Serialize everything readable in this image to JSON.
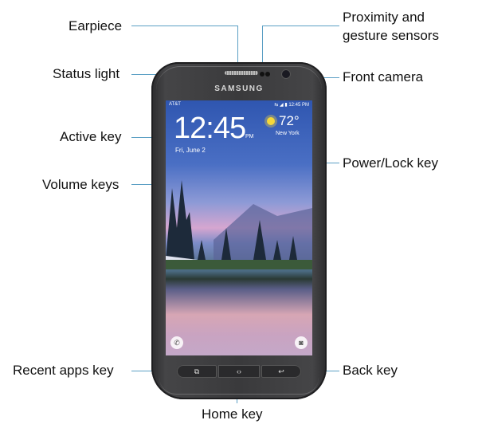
{
  "labels": {
    "earpiece": "Earpiece",
    "status_light": "Status light",
    "proximity_line1": "Proximity and",
    "proximity_line2": "gesture sensors",
    "front_camera": "Front camera",
    "active_key": "Active key",
    "volume_keys": "Volume keys",
    "power_lock_key": "Power/Lock key",
    "recent_apps_key": "Recent apps key",
    "back_key": "Back key",
    "home_key": "Home key"
  },
  "phone": {
    "brand": "SAMSUNG",
    "status_bar": {
      "carrier": "AT&T",
      "icons": "⇆ ◢ ▮",
      "time": "12:45 PM"
    },
    "lock_screen": {
      "clock": "12:45",
      "ampm": "PM",
      "date": "Fri, June 2",
      "weather_icon": "sun-icon",
      "temperature": "72°",
      "city": "New York"
    },
    "shortcuts": {
      "left": "✆",
      "right": "◙"
    },
    "nav_keys": {
      "recent": "⧉",
      "home": "‹›",
      "back": "↩"
    }
  },
  "colors": {
    "leader_line": "#5b9fc4",
    "phone_body": "#3a3a3c",
    "text": "#111111"
  }
}
